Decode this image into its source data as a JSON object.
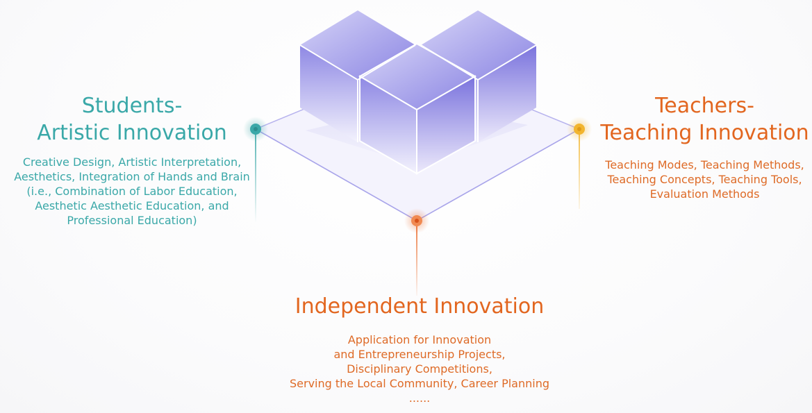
{
  "students": {
    "title": [
      "Students-",
      "Artistic Innovation"
    ],
    "lines": [
      "Creative Design, Artistic Interpretation,",
      "Aesthetics, Integration of Hands and Brain",
      "(i.e., Combination of Labor Education,",
      "Aesthetic Aesthetic Education, and",
      "Professional Education)"
    ],
    "color": "#3aa8a8"
  },
  "teachers": {
    "title": [
      "Teachers-",
      "Teaching Innovation"
    ],
    "lines": [
      "Teaching Modes, Teaching Methods,",
      "Teaching Concepts, Teaching Tools,",
      "Evaluation Methods"
    ],
    "color": "#e2661f"
  },
  "independent": {
    "title": "Independent Innovation",
    "lines": [
      "Application for Innovation",
      "and Entrepreneurship Projects,",
      "Disciplinary Competitions,",
      "Serving the Local Community, Career Planning",
      "......"
    ],
    "color": "#e2661f"
  },
  "node_colors": {
    "students": "#3aa8a8",
    "teachers": "#f2b52f",
    "independent": "#ea6a2a",
    "cube_dark": "#6f67d8",
    "cube_light": "#c9c6f3"
  }
}
